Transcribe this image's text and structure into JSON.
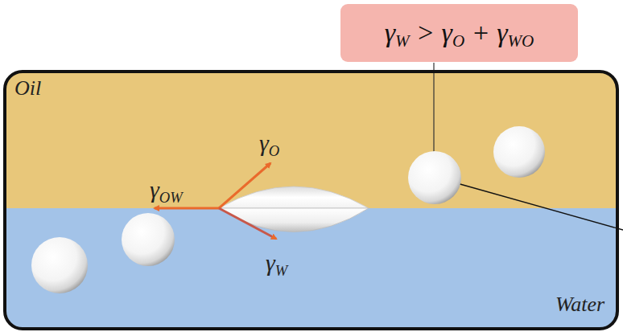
{
  "diagram": {
    "nodes": [
      {
        "text": [
          "γW > γO + γWO"
        ]
      }
    ],
    "labels": [
      "Oil",
      "γO",
      "γOW",
      "γW",
      "Water"
    ]
  }
}
